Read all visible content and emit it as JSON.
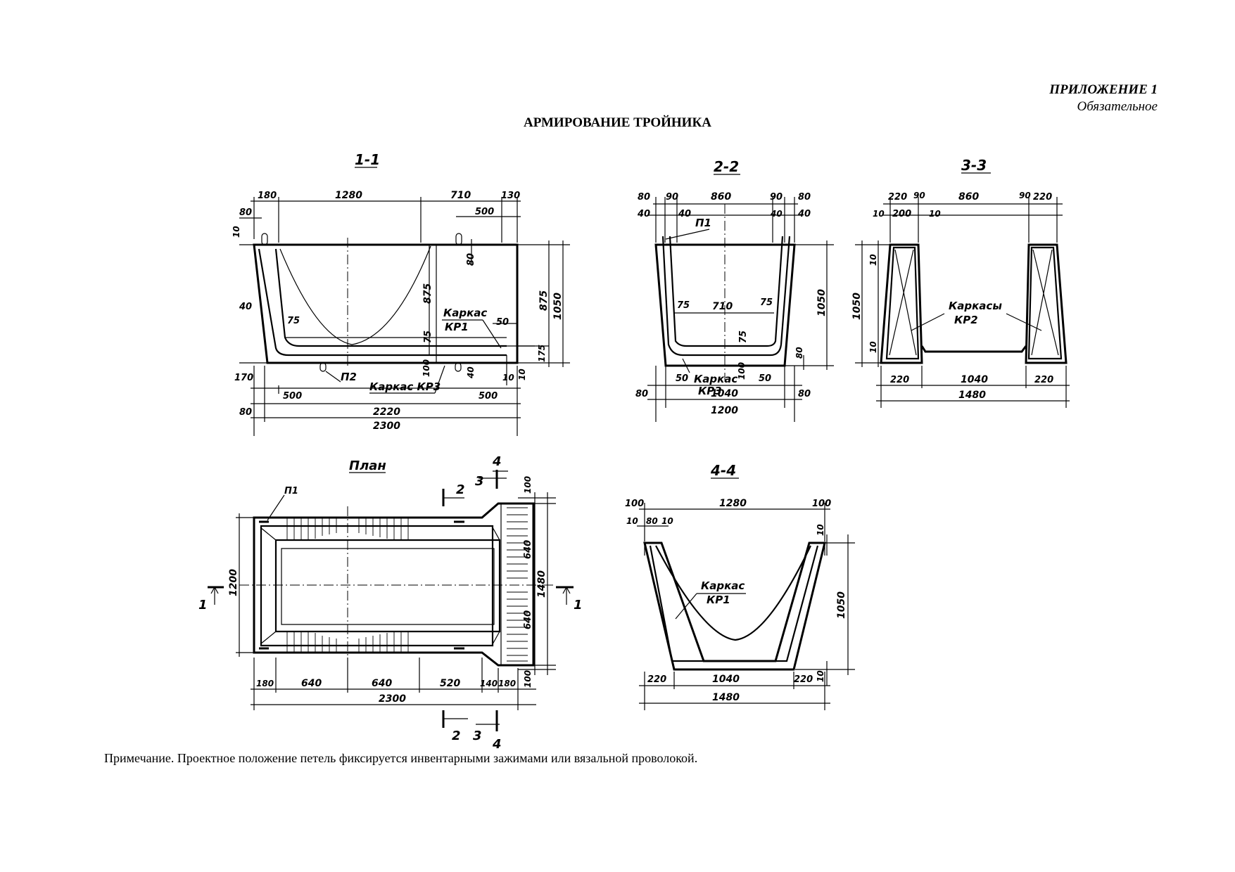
{
  "header": {
    "appendix": "ПРИЛОЖЕНИЕ 1",
    "status": "Обязательное",
    "title": "АРМИРОВАНИЕ ТРОЙНИКА"
  },
  "views": {
    "section_1_1": {
      "title": "1-1",
      "dims": {
        "d180": "180",
        "d1280": "1280",
        "d710": "710",
        "d130": "130",
        "d500top": "500",
        "d80l": "80",
        "d10l": "10",
        "d80r": "80",
        "d875a": "875",
        "d875b": "875",
        "d1050": "1050",
        "d40l": "40",
        "d75a": "75",
        "d75b": "75",
        "d50": "50",
        "d175": "175",
        "d170": "170",
        "d100": "100",
        "d40b": "40",
        "d10b": "10",
        "d10c": "10",
        "d500bl": "500",
        "d500br": "500",
        "d80b": "80",
        "d2220": "2220",
        "d2300": "2300"
      },
      "labels": {
        "kr1a": "Каркас",
        "kr1b": "КР1",
        "p2": "П2",
        "kr3": "Каркас КР3"
      }
    },
    "section_2_2": {
      "title": "2-2",
      "dims": {
        "d80a": "80",
        "d90a": "90",
        "d860": "860",
        "d90b": "90",
        "d80b": "80",
        "d40a": "40",
        "d40b": "40",
        "d40c": "40",
        "d40d": "40",
        "d75a": "75",
        "d710": "710",
        "d75b": "75",
        "d75c": "75",
        "d1050": "1050",
        "d80c": "80",
        "d50a": "50",
        "d100": "100",
        "d50b": "50",
        "d1040": "1040",
        "d80l": "80",
        "d80r": "80",
        "d1200": "1200"
      },
      "labels": {
        "p1": "П1",
        "kr3a": "Каркас",
        "kr3b": "КР3"
      }
    },
    "section_3_3": {
      "title": "3-3",
      "dims": {
        "d220a": "220",
        "d90a": "90",
        "d860": "860",
        "d90b": "90",
        "d220b": "220",
        "d10a": "10",
        "d200": "200",
        "d10b": "10",
        "d10c": "10",
        "d1050": "1050",
        "d10d": "10",
        "d220c": "220",
        "d1040": "1040",
        "d220d": "220",
        "d1480": "1480"
      },
      "labels": {
        "kr2a": "Каркасы",
        "kr2b": "КР2"
      }
    },
    "plan": {
      "title": "План",
      "dims": {
        "d100a": "100",
        "d640a": "640",
        "d1480": "1480",
        "d640b": "640",
        "d100b": "100",
        "d1200": "1200",
        "d180": "180",
        "d640c": "640",
        "d640d": "640",
        "d520": "520",
        "d140": "140",
        "d180b": "180",
        "d2300": "2300"
      },
      "labels": {
        "p1": "П1",
        "cut1l": "1",
        "cut1r": "1",
        "cut2t": "2",
        "cut3t": "3",
        "cut4t": "4",
        "cut2b": "2",
        "cut3b": "3",
        "cut4b": "4"
      }
    },
    "section_4_4": {
      "title": "4-4",
      "dims": {
        "d100a": "100",
        "d1280": "1280",
        "d100b": "100",
        "d10a": "10",
        "d80": "80",
        "d10b": "10",
        "d10c": "10",
        "d1050": "1050",
        "d10d": "10",
        "d220a": "220",
        "d1040": "1040",
        "d220b": "220",
        "d1480": "1480"
      },
      "labels": {
        "kr1a": "Каркас",
        "kr1b": "КР1"
      }
    }
  },
  "note": "Примечание. Проектное положение петель фиксируется инвентарными зажимами или вязальной проволокой."
}
